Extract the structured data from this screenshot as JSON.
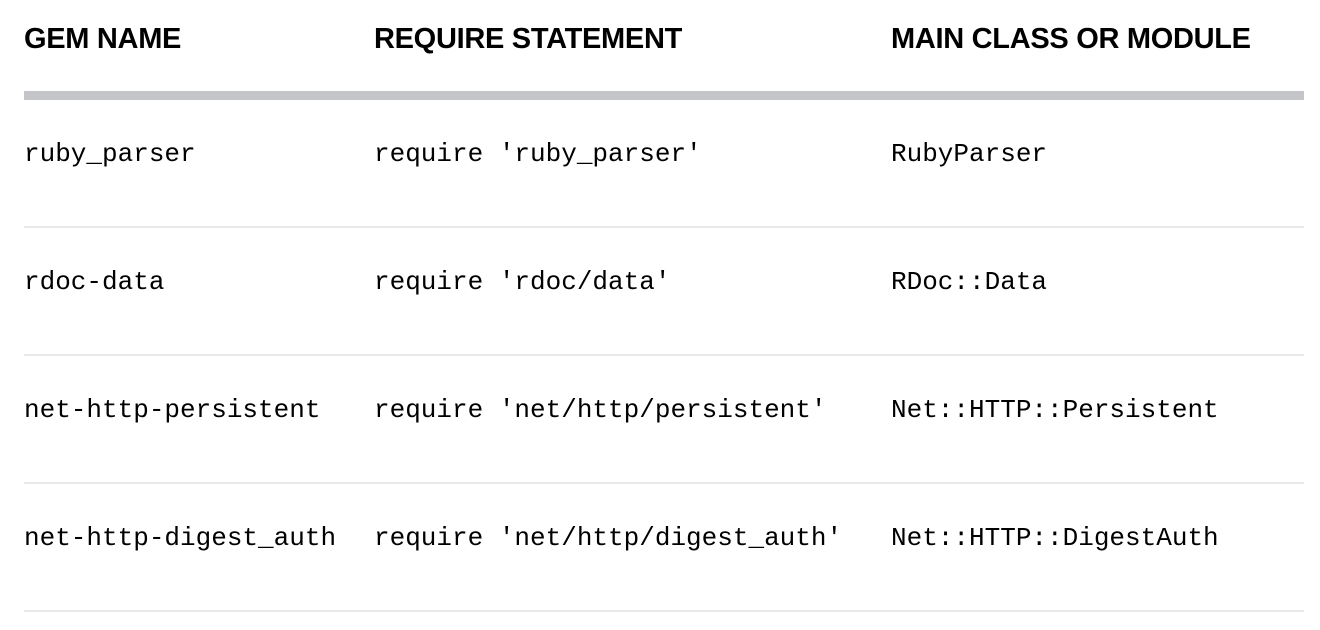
{
  "table": {
    "columns": [
      {
        "label": "GEM NAME"
      },
      {
        "label": "REQUIRE STATEMENT"
      },
      {
        "label": "MAIN CLASS OR MODULE"
      }
    ],
    "rows": [
      {
        "gem": "ruby_parser",
        "require": "require 'ruby_parser'",
        "main": "RubyParser"
      },
      {
        "gem": "rdoc-data",
        "require": "require 'rdoc/data'",
        "main": "RDoc::Data"
      },
      {
        "gem": "net-http-persistent",
        "require": "require 'net/http/persistent'",
        "main": "Net::HTTP::Persistent"
      },
      {
        "gem": "net-http-digest_auth",
        "require": "require 'net/http/digest_auth'",
        "main": "Net::HTTP::DigestAuth"
      }
    ],
    "colors": {
      "background": "#ffffff",
      "text": "#000000",
      "header_rule": "#c3c5c8",
      "row_divider": "#e7e8ea"
    }
  }
}
